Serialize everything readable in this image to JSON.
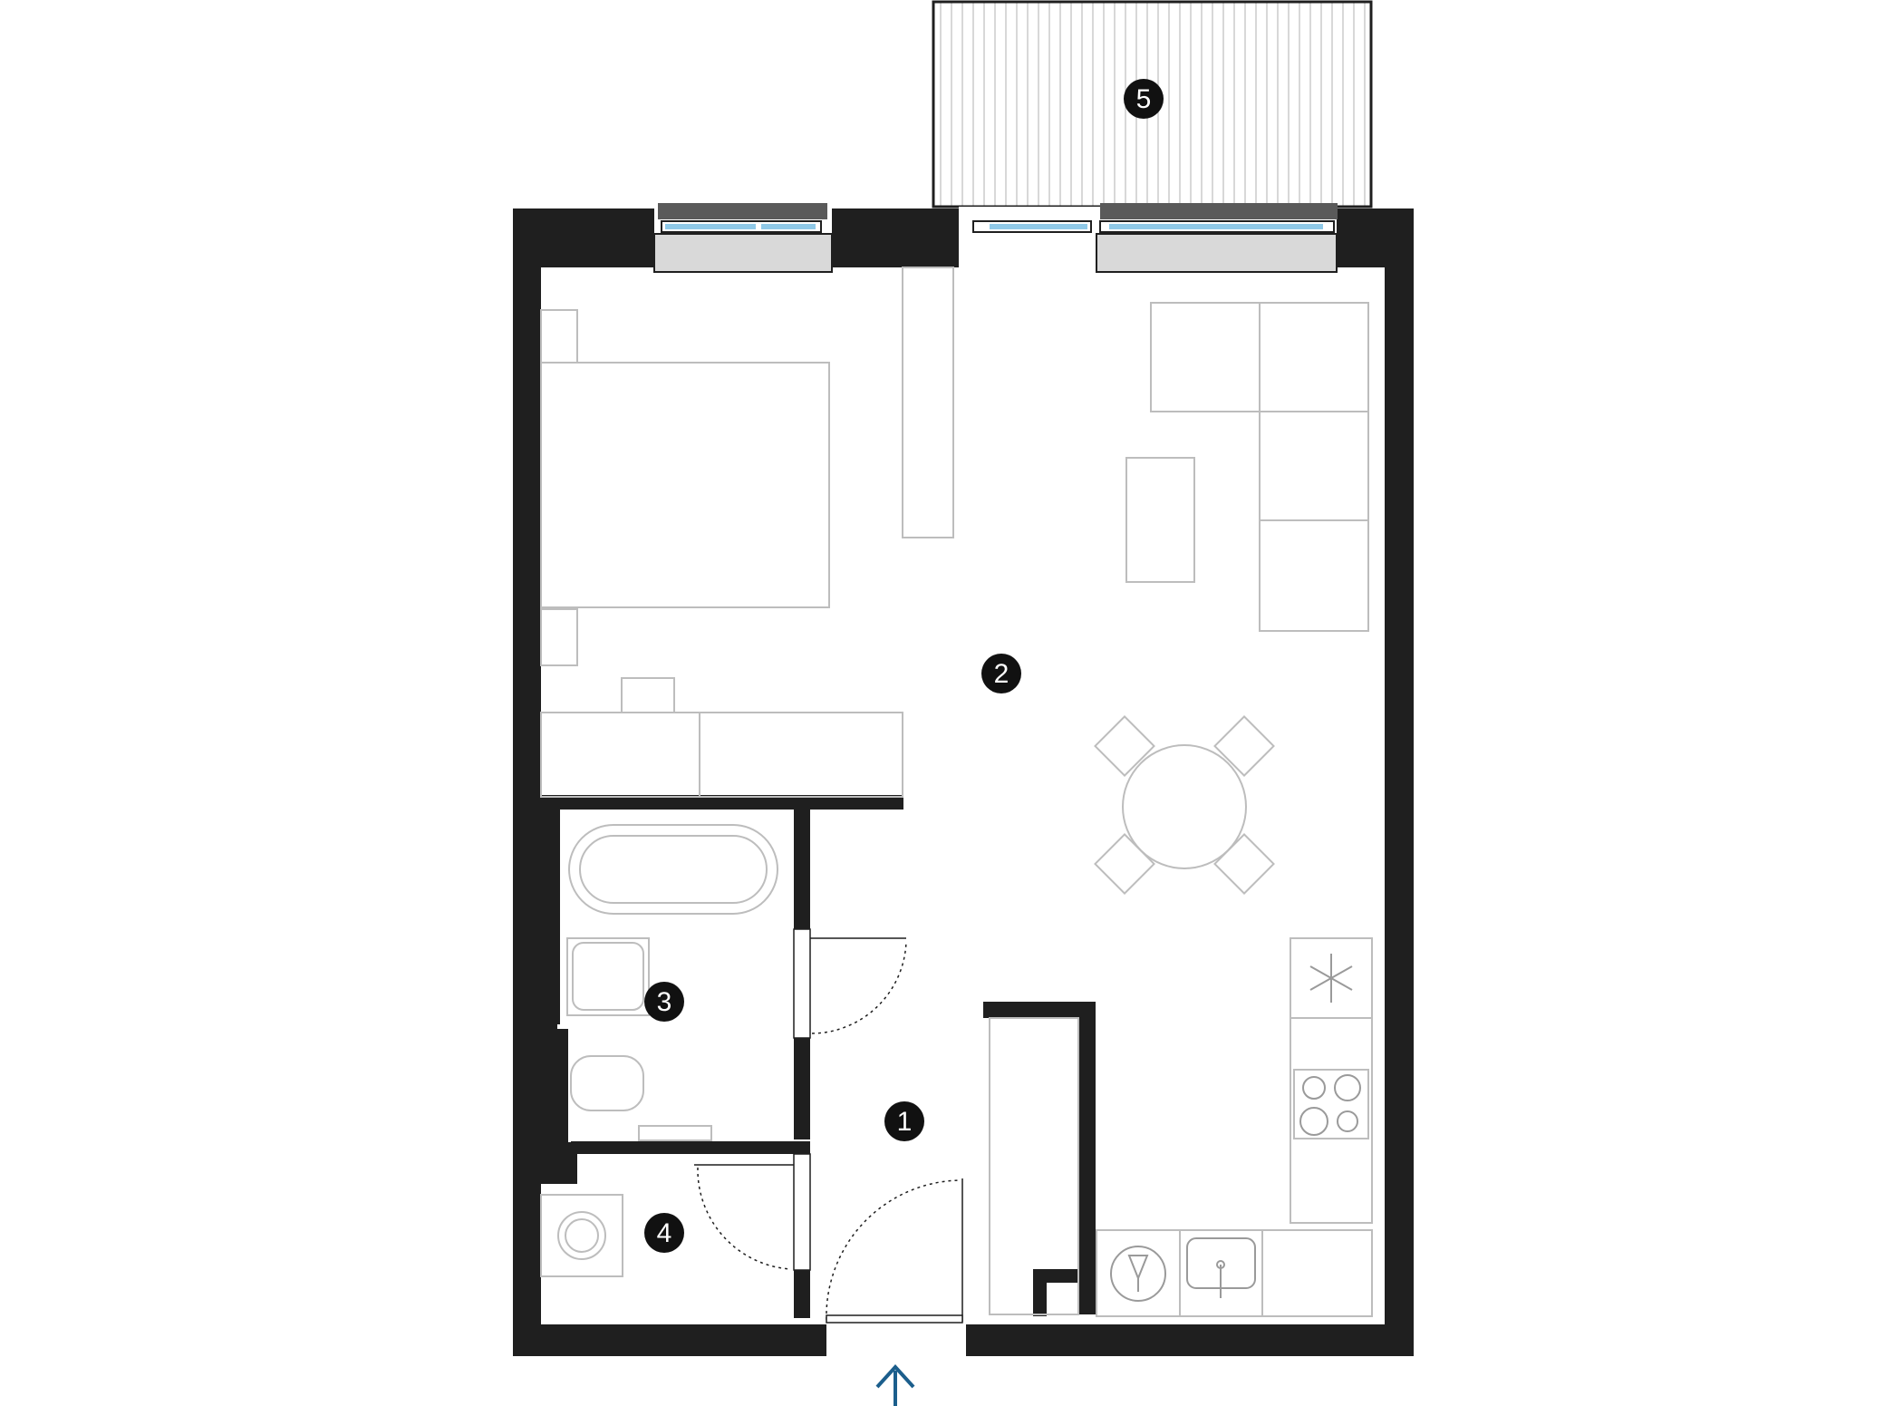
{
  "plan": {
    "colors": {
      "wall": "#1f1f1f",
      "furniture_line": "#bdbdbd",
      "window_glass": "#8fc9e8",
      "window_sill": "#d9d9d9",
      "window_cap": "#5a5a5a",
      "entrance_arrow": "#1b5e8c",
      "room_marker": "#111111",
      "room_marker_text": "#ffffff"
    },
    "rooms": [
      {
        "id": "hall",
        "number": "1"
      },
      {
        "id": "living",
        "number": "2"
      },
      {
        "id": "bathroom",
        "number": "3"
      },
      {
        "id": "utility",
        "number": "4"
      },
      {
        "id": "balcony",
        "number": "5"
      }
    ],
    "icons": {
      "entrance": "arrow-up-icon",
      "freezer": "snowflake-icon",
      "hob": "cooktop-icon",
      "dishwasher": "dishwasher-icon",
      "sink": "sink-icon",
      "washer": "washing-machine-icon"
    }
  }
}
